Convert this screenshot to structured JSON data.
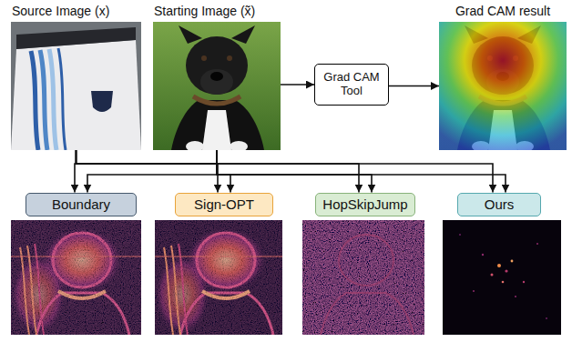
{
  "diagram": {
    "nodes": [
      {
        "text": [
          "Source Image (x)"
        ]
      },
      {
        "text": [
          "Starting Image (x̃)"
        ]
      },
      {
        "text": [
          "Grad CAM Tool"
        ]
      },
      {
        "text": [
          "Grad CAM result"
        ]
      },
      {
        "text": [
          "Boundary"
        ]
      },
      {
        "text": [
          "Sign-OPT"
        ]
      },
      {
        "text": [
          "HopSkipJump"
        ]
      },
      {
        "text": [
          "Ours"
        ]
      }
    ],
    "edges": [
      {
        "from": 1,
        "to": 2,
        "arrow": "to"
      },
      {
        "from": 2,
        "to": 3,
        "arrow": "to"
      },
      {
        "from": 0,
        "to": 4,
        "arrow": "to"
      },
      {
        "from": 0,
        "to": 5,
        "arrow": "to"
      },
      {
        "from": 0,
        "to": 6,
        "arrow": "to"
      },
      {
        "from": 0,
        "to": 7,
        "arrow": "to"
      },
      {
        "from": 1,
        "to": 4,
        "arrow": "to"
      },
      {
        "from": 1,
        "to": 5,
        "arrow": "to"
      },
      {
        "from": 1,
        "to": 6,
        "arrow": "to"
      },
      {
        "from": 1,
        "to": 7,
        "arrow": "to"
      }
    ]
  }
}
